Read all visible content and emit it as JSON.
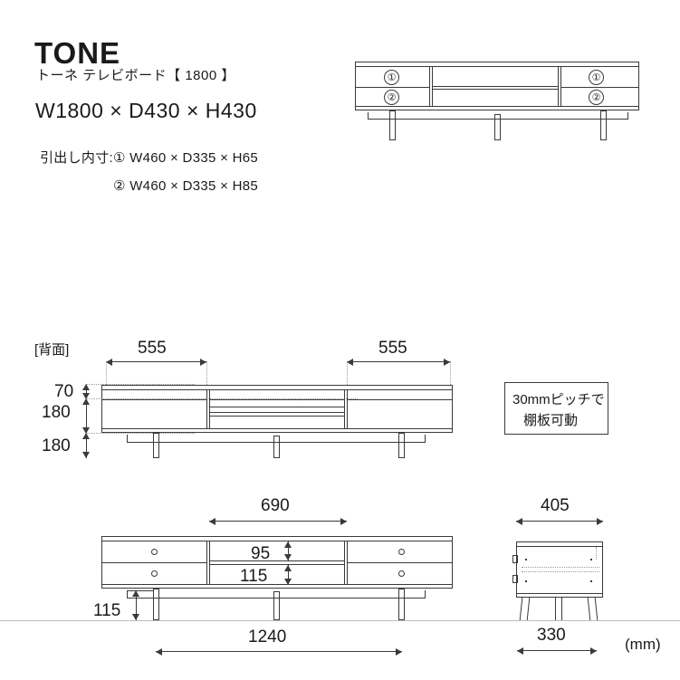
{
  "header": {
    "brand": "TONE",
    "subtitle_jp": "トーネ テレビボード【 1800 】",
    "overall_dimensions": "W1800 × D430 × H430",
    "drawer_inner_label_line1": "引出し内寸:① W460 × D335 × H65",
    "drawer_inner_label_line2": "② W460 × D335 × H85"
  },
  "front_view_top": {
    "drawer_marker_top_left": "①",
    "drawer_marker_bottom_left": "②",
    "drawer_marker_top_right": "①",
    "drawer_marker_bottom_right": "②"
  },
  "rear_view": {
    "view_label": "[背面]",
    "width_left": "555",
    "width_right": "555",
    "height_top": "70",
    "height_middle": "180",
    "height_bottom": "180"
  },
  "note": {
    "line1": "30mmピッチで",
    "line2": "棚板可動"
  },
  "front_view_bottom": {
    "center_width": "690",
    "opening_upper_height": "95",
    "opening_lower_height": "115",
    "leg_height": "115",
    "leg_span": "1240"
  },
  "side_view": {
    "depth": "405",
    "leg_span": "330"
  },
  "unit": "(mm)",
  "colors": {
    "line": "#3a3a3a",
    "dotted": "#9a9a9a",
    "baseline": "#bdbdbd",
    "text": "#1a1a1a",
    "background": "#ffffff"
  }
}
